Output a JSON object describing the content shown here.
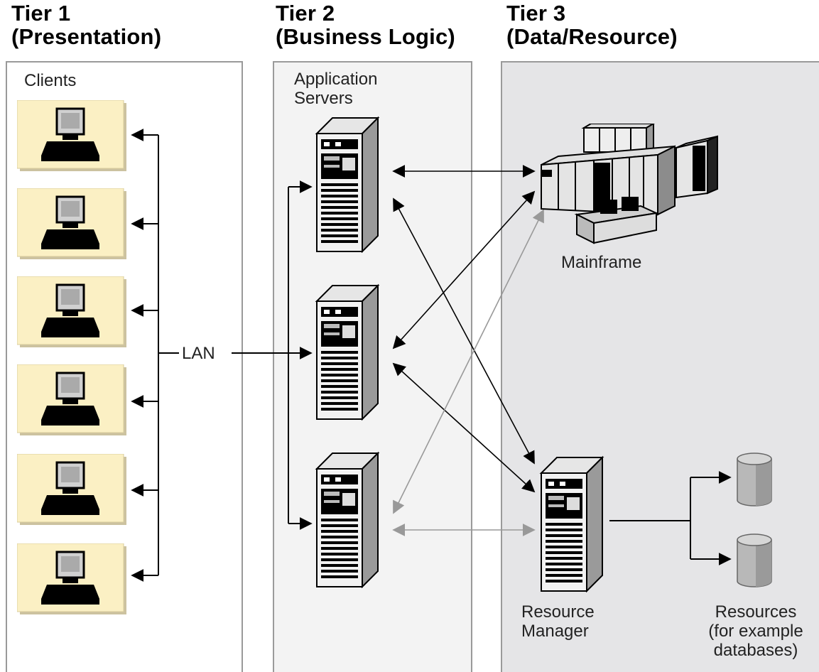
{
  "tiers": [
    {
      "line1": "Tier 1",
      "line2": "(Presentation)"
    },
    {
      "line1": "Tier 2",
      "line2": "(Business Logic)"
    },
    {
      "line1": "Tier 3",
      "line2": "(Data/Resource)"
    }
  ],
  "labels": {
    "clients": "Clients",
    "app_servers_line1": "Application",
    "app_servers_line2": "Servers",
    "lan": "LAN",
    "mainframe": "Mainframe",
    "resource_manager_line1": "Resource",
    "resource_manager_line2": "Manager",
    "resources_line1": "Resources",
    "resources_line2": "(for example",
    "resources_line3": "databases)"
  },
  "colors": {
    "panel1_bg": "#ffffff",
    "panel2_bg": "#f3f3f3",
    "panel3_bg": "#e5e5e7",
    "client_box": "#fbf0c4",
    "connector_black": "#000000",
    "connector_gray": "#999999"
  },
  "icons": {
    "client": "desktop-computer-icon",
    "server": "tower-server-icon",
    "mainframe": "mainframe-icon",
    "database": "database-cylinder-icon"
  }
}
